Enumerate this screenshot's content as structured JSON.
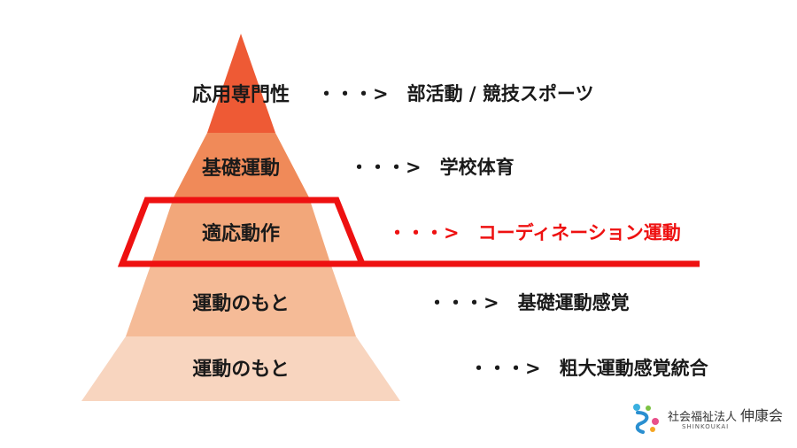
{
  "pyramid": {
    "levels": [
      {
        "label": "応用専門性",
        "description": "・・・>　部活動 / 競技スポーツ",
        "color": "#ee5a35"
      },
      {
        "label": "基礎運動",
        "description": "・・・>　学校体育",
        "color": "#f08a59"
      },
      {
        "label": "適応動作",
        "description": "・・・>　コーディネーション運動",
        "color": "#f2a77a",
        "highlighted": true
      },
      {
        "label": "運動のもと",
        "description": "・・・>　基礎運動感覚",
        "color": "#f5bb97"
      },
      {
        "label": "運動のもと",
        "description": "・・・>　粗大運動感覚統合",
        "color": "#f8d5bf"
      }
    ],
    "highlight_color": "#ee1111"
  },
  "logo": {
    "org_type": "社会福祉法人",
    "name": "伸康会",
    "romaji": "SHINKOUKAI"
  }
}
